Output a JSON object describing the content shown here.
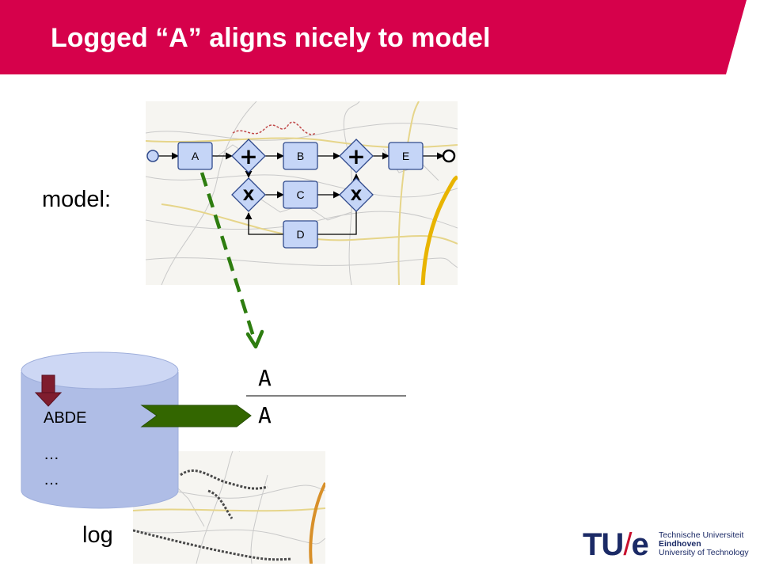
{
  "slide": {
    "title": "Logged “A” aligns nicely to model",
    "model_label": "model:",
    "log_label": "log"
  },
  "process_model": {
    "tasks": {
      "a": "A",
      "b": "B",
      "c": "C",
      "d": "D",
      "e": "E"
    },
    "gateways": {
      "and_split": "+",
      "and_join": "+",
      "xor_join": "X",
      "xor_split": "X"
    }
  },
  "event_log": {
    "traces": [
      "ABDE",
      "…",
      "…"
    ]
  },
  "alignment": {
    "model_move": "A",
    "log_move": "A"
  },
  "logo": {
    "mark_left": "TU",
    "mark_slash": "/",
    "mark_right": "e",
    "lines": [
      "Technische Universiteit",
      "Eindhoven",
      "University of Technology"
    ]
  },
  "colors": {
    "title_bar": "#d6014b",
    "task_fill": "#c5d5f7",
    "task_stroke": "#304a8c",
    "cylinder": "#afbde6",
    "mapping_arrow": "#2e7d10",
    "log_arrow": "#336600",
    "pointer_arrow": "#7f1d2e",
    "tue_blue": "#1b2a66",
    "tue_red": "#c8102e"
  }
}
